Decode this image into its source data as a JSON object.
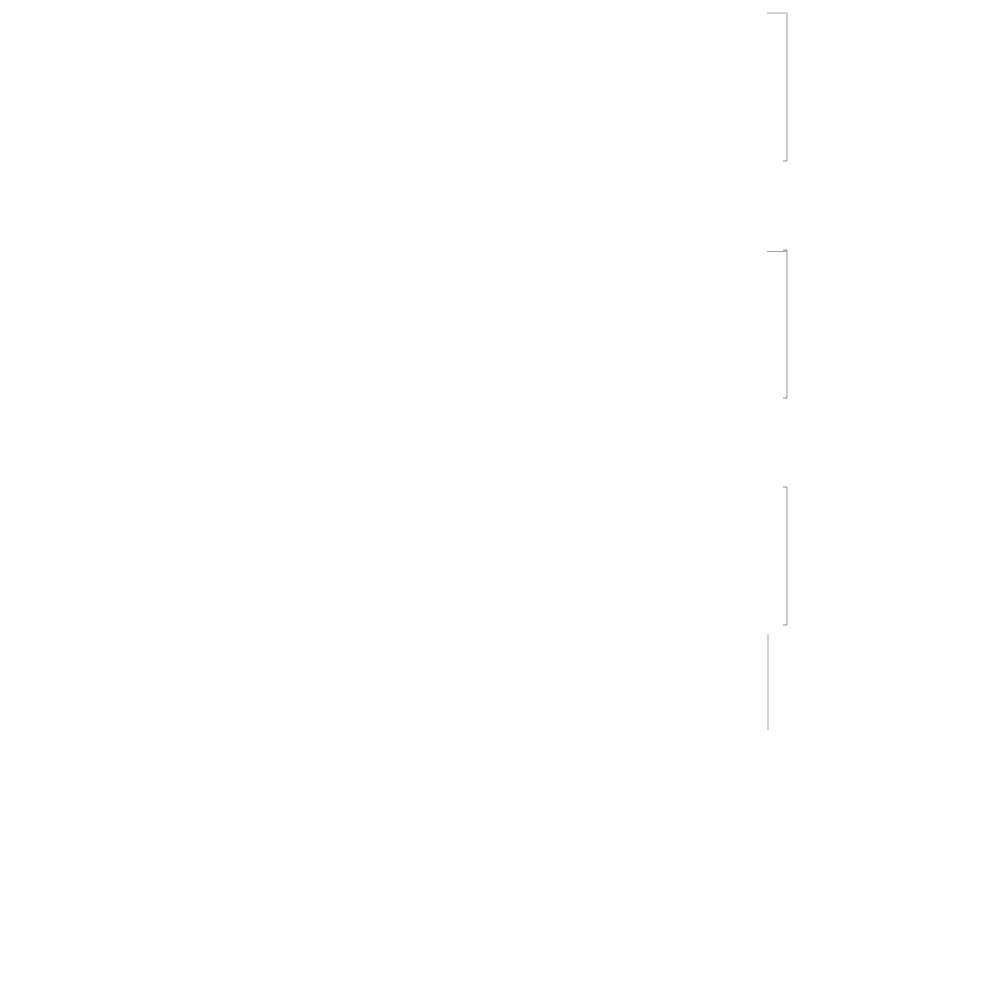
{
  "chart_data": [
    {
      "type": "line",
      "title": "",
      "xlabel": "",
      "ylabel": "",
      "grid": false,
      "ylim": [
        0,
        100
      ],
      "series": [
        {
          "points": [
            [
              0,
              100
            ],
            [
              1,
              100
            ]
          ]
        }
      ]
    },
    {
      "type": "line",
      "title": "",
      "xlabel": "",
      "ylabel": "",
      "grid": false,
      "ylim": [
        0,
        100
      ],
      "series": [
        {
          "points": [
            [
              0,
              99
            ],
            [
              1,
              99
            ]
          ]
        }
      ]
    },
    {
      "type": "line",
      "title": "",
      "xlabel": "",
      "ylabel": "",
      "grid": false,
      "ylim": [
        0,
        100
      ],
      "series": [
        {
          "points": []
        }
      ]
    }
  ],
  "standalone_trace": {
    "type": "line",
    "values": [
      0,
      100
    ]
  },
  "colors": {
    "axis": "#9a9a9a",
    "trace": "#a0a0a0",
    "background": "#ffffff"
  }
}
